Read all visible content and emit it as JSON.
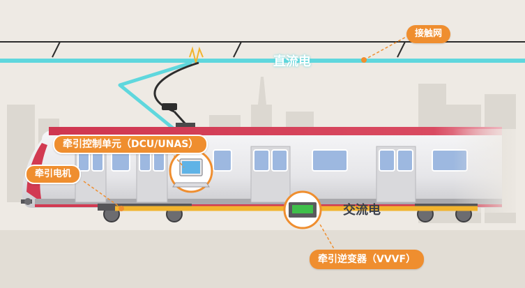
{
  "labels": {
    "catenary": "接触网",
    "dc": "直流电",
    "dcu": "牵引控制单元（DCU/UNAS）",
    "motor": "牵引电机",
    "ac": "交流电",
    "inverter": "牵引逆变器（VVVF）"
  },
  "colors": {
    "background": "#eeeae4",
    "cyan_line": "#5fd7dd",
    "orange": "#ef8e2f",
    "yellow_bus": "#f2b42e",
    "train_red": "#d23a52",
    "train_body": "#e4e4e6"
  }
}
